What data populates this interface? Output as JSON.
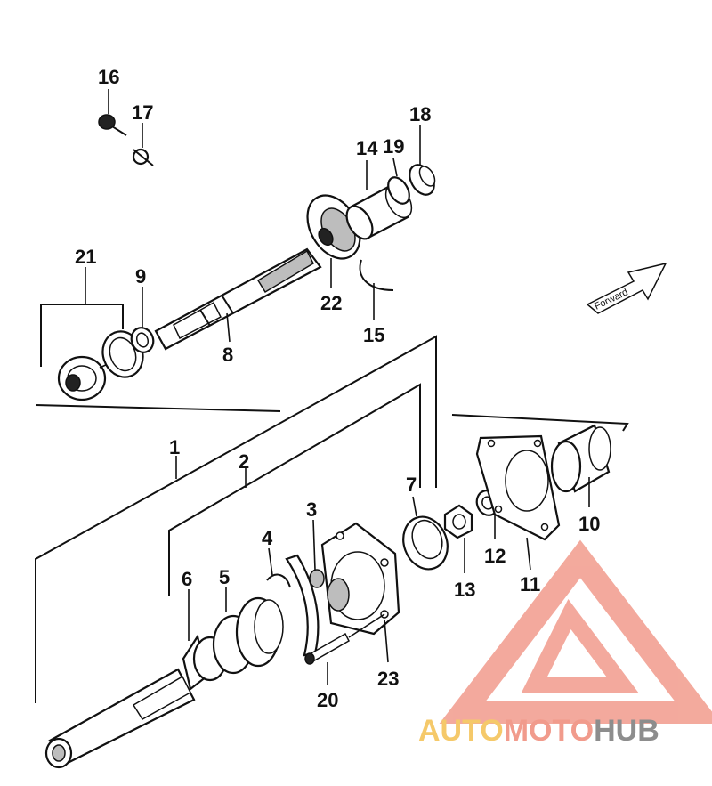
{
  "diagram": {
    "callouts": [
      "1",
      "2",
      "3",
      "4",
      "5",
      "6",
      "7",
      "8",
      "9",
      "10",
      "11",
      "12",
      "13",
      "14",
      "15",
      "16",
      "17",
      "18",
      "19",
      "20",
      "21",
      "22",
      "23"
    ],
    "direction_arrow_label": "Forward"
  },
  "watermark": {
    "segments": [
      "AUTO",
      "MOTO",
      "HUB"
    ],
    "colors": {
      "auto": "#f5c96a",
      "moto": "#f19b8c",
      "hub": "#8d8d8d",
      "triangle": "#f19b8c"
    }
  }
}
